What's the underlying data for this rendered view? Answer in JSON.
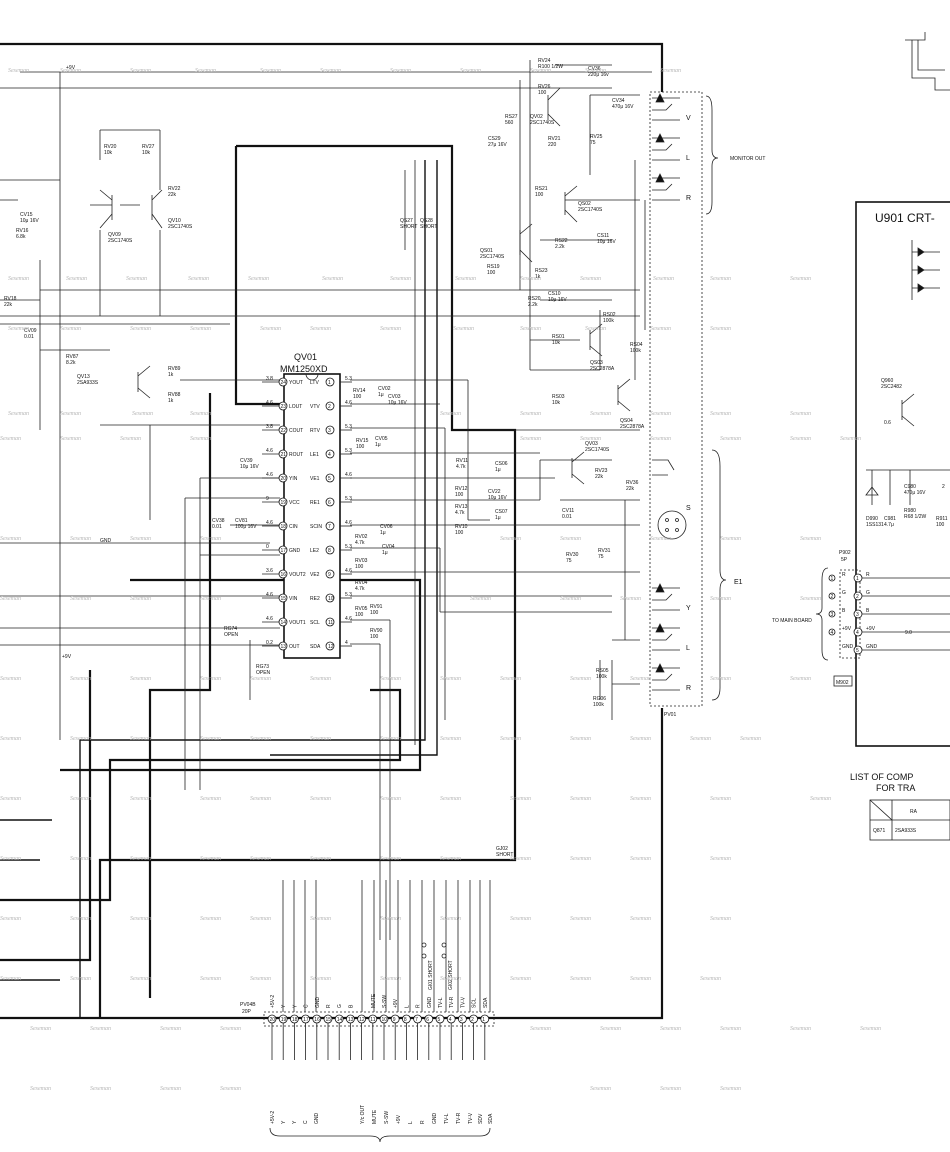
{
  "ic": {
    "ref": "QV01",
    "part": "MM1250XD",
    "left_pins": [
      {
        "num": "24",
        "name": "YOUT",
        "voltage": "3.8"
      },
      {
        "num": "23",
        "name": "LOUT",
        "voltage": "4.6"
      },
      {
        "num": "22",
        "name": "COUT",
        "voltage": "3.8"
      },
      {
        "num": "21",
        "name": "ROUT",
        "voltage": "4.6"
      },
      {
        "num": "20",
        "name": "YIN",
        "voltage": "4.6"
      },
      {
        "num": "19",
        "name": "VCC",
        "voltage": "9"
      },
      {
        "num": "18",
        "name": "CIN",
        "voltage": "4.6"
      },
      {
        "num": "17",
        "name": "GND",
        "voltage": "0"
      },
      {
        "num": "16",
        "name": "VOUT2",
        "voltage": "3.6"
      },
      {
        "num": "15",
        "name": "VIN",
        "voltage": "4.6"
      },
      {
        "num": "14",
        "name": "VOUT1",
        "voltage": "4.6"
      },
      {
        "num": "13",
        "name": "OUT",
        "voltage": "0.2"
      }
    ],
    "right_pins": [
      {
        "num": "1",
        "name": "LTV",
        "voltage": "5.3"
      },
      {
        "num": "2",
        "name": "VTV",
        "voltage": "4.6"
      },
      {
        "num": "3",
        "name": "RTV",
        "voltage": "5.3"
      },
      {
        "num": "4",
        "name": "LE1",
        "voltage": "5.3"
      },
      {
        "num": "5",
        "name": "VE1",
        "voltage": "4.6"
      },
      {
        "num": "6",
        "name": "RE1",
        "voltage": "5.3"
      },
      {
        "num": "7",
        "name": "SCIN",
        "voltage": "4.6"
      },
      {
        "num": "8",
        "name": "LE2",
        "voltage": "5.3"
      },
      {
        "num": "9",
        "name": "VE2",
        "voltage": "4.6"
      },
      {
        "num": "10",
        "name": "RE2",
        "voltage": "5.3"
      },
      {
        "num": "11",
        "name": "SCL",
        "voltage": "4.6"
      },
      {
        "num": "12",
        "name": "SDA",
        "voltage": "4"
      }
    ]
  },
  "supply": {
    "plus9v_top": "+9V",
    "plus9v_mid": "+9V",
    "gnd": "GND"
  },
  "components": [
    {
      "ref": "RV24",
      "value": "R100 1/2W"
    },
    {
      "ref": "RV26",
      "value": "100"
    },
    {
      "ref": "RS27",
      "value": "560"
    },
    {
      "ref": "QV02",
      "value": "2SC1740S"
    },
    {
      "ref": "CV36",
      "value": "220μ 16v"
    },
    {
      "ref": "CV34",
      "value": "470μ 16V"
    },
    {
      "ref": "RV21",
      "value": "220"
    },
    {
      "ref": "RV25",
      "value": "75"
    },
    {
      "ref": "CS29",
      "value": "27μ 16V"
    },
    {
      "ref": "RV20",
      "value": "10k"
    },
    {
      "ref": "RV27",
      "value": "10k"
    },
    {
      "ref": "RV22",
      "value": "22k"
    },
    {
      "ref": "QV10",
      "value": "2SC1740S"
    },
    {
      "ref": "QV09",
      "value": "2SC1740S"
    },
    {
      "ref": "CV15",
      "value": "10μ 16V"
    },
    {
      "ref": "RV16",
      "value": "6.8k"
    },
    {
      "ref": "RV18",
      "value": "22k"
    },
    {
      "ref": "CV09",
      "value": "0.01"
    },
    {
      "ref": "QS27",
      "value": "SHORT"
    },
    {
      "ref": "QS28",
      "value": "SHORT"
    },
    {
      "ref": "RS21",
      "value": "100"
    },
    {
      "ref": "QS02",
      "value": "2SC1740S"
    },
    {
      "ref": "QS01",
      "value": "2SC1740S"
    },
    {
      "ref": "RS19",
      "value": "100"
    },
    {
      "ref": "RS22",
      "value": "2.2k"
    },
    {
      "ref": "CS11",
      "value": "10μ 16V"
    },
    {
      "ref": "RS23",
      "value": "1k"
    },
    {
      "ref": "CS10",
      "value": "10μ 16V"
    },
    {
      "ref": "RS20",
      "value": "2.2k"
    },
    {
      "ref": "RS02",
      "value": "100k"
    },
    {
      "ref": "RS01",
      "value": "10k"
    },
    {
      "ref": "QS03",
      "value": "2SC2878A"
    },
    {
      "ref": "RS04",
      "value": "100k"
    },
    {
      "ref": "RS03",
      "value": "10k"
    },
    {
      "ref": "QS04",
      "value": "2SC2878A"
    },
    {
      "ref": "QV13",
      "value": "2SA933S"
    },
    {
      "ref": "RV87",
      "value": "8.2k"
    },
    {
      "ref": "RV89",
      "value": "1k"
    },
    {
      "ref": "RV88",
      "value": "1k"
    },
    {
      "ref": "CV02",
      "value": "1μ"
    },
    {
      "ref": "CV03",
      "value": "10μ 16V"
    },
    {
      "ref": "RV14",
      "value": "100"
    },
    {
      "ref": "CV05",
      "value": "1μ"
    },
    {
      "ref": "RV15",
      "value": "100"
    },
    {
      "ref": "RV11",
      "value": "4.7k"
    },
    {
      "ref": "RV12",
      "value": "100"
    },
    {
      "ref": "RV13",
      "value": "4.7k"
    },
    {
      "ref": "RV10",
      "value": "100"
    },
    {
      "ref": "CS06",
      "value": "1μ"
    },
    {
      "ref": "CV22",
      "value": "10μ 16V"
    },
    {
      "ref": "CS07",
      "value": "1μ"
    },
    {
      "ref": "QV03",
      "value": "2SC1740S"
    },
    {
      "ref": "RV23",
      "value": "22k"
    },
    {
      "ref": "RV36",
      "value": "22k"
    },
    {
      "ref": "CV11",
      "value": "0.01"
    },
    {
      "ref": "RV30",
      "value": "75"
    },
    {
      "ref": "RV31",
      "value": "75"
    },
    {
      "ref": "CV39",
      "value": "10μ 16V"
    },
    {
      "ref": "CV38",
      "value": "0.01"
    },
    {
      "ref": "CV81",
      "value": "100μ 16V"
    },
    {
      "ref": "RV02",
      "value": "4.7k"
    },
    {
      "ref": "RV03",
      "value": "100"
    },
    {
      "ref": "CV04",
      "value": "1μ"
    },
    {
      "ref": "CV06",
      "value": "1μ"
    },
    {
      "ref": "RV04",
      "value": "4.7k"
    },
    {
      "ref": "RV05",
      "value": "100"
    },
    {
      "ref": "RV91",
      "value": "100"
    },
    {
      "ref": "RV90",
      "value": "100"
    },
    {
      "ref": "RG74",
      "value": "OPEN"
    },
    {
      "ref": "RG73",
      "value": "OPEN"
    },
    {
      "ref": "RS05",
      "value": "100k"
    },
    {
      "ref": "RG06",
      "value": "100k"
    },
    {
      "ref": "GJ02",
      "value": "SHORT"
    }
  ],
  "jacks": {
    "block_ref": "PV01",
    "monitor_out_label": "MONITOR OUT",
    "monitor_out": [
      "V",
      "L",
      "R"
    ],
    "e1_label": "E1",
    "s_label": "S",
    "e1": [
      "Y",
      "L",
      "R"
    ]
  },
  "connector": {
    "ref": "PV04B",
    "pins": "20P",
    "pin_numbers": [
      "20",
      "19",
      "18",
      "17",
      "16",
      "15",
      "14",
      "13",
      "12",
      "11",
      "10",
      "9",
      "8",
      "7",
      "6",
      "5",
      "4",
      "3",
      "2",
      "1"
    ],
    "inner_labels": [
      "+5V-2",
      "Y",
      "Y",
      "C",
      "GND",
      "R",
      "G",
      "B",
      "",
      "MUTE",
      "S-SW",
      "+9V",
      "L",
      "R",
      "GND",
      "TV-L",
      "TV-R",
      "TV-V",
      "SCL",
      "SDA"
    ],
    "bottom_labels": [
      "+5V-2",
      "Y",
      "Y",
      "C",
      "GND",
      "Y/c OUT",
      "MUTE",
      "S-SW",
      "+9V",
      "L",
      "R",
      "GND",
      "TV-L",
      "TV-R",
      "TV-V",
      "SDV",
      "SDA"
    ],
    "shorts": [
      "GI01 SHORT",
      "GI02 SHORT"
    ]
  },
  "crt_board": {
    "title": "U901  CRT-",
    "transistor": {
      "ref": "Q960",
      "value": "2SC2482"
    },
    "parts": [
      {
        "ref": "D990",
        "value": "1SS131"
      },
      {
        "ref": "C981",
        "value": "4.7μ"
      },
      {
        "ref": "R980",
        "value": "R68 1/2W"
      },
      {
        "ref": "C980",
        "value": "470μ 16V"
      },
      {
        "ref": "R911",
        "value": "100"
      }
    ],
    "voltages": [
      "0.6",
      "2",
      "9.0"
    ],
    "connector": {
      "ref": "P902",
      "pins": "5P"
    },
    "pin_labels": [
      "R",
      "G",
      "B",
      "+9V",
      "GND"
    ],
    "pin_numbers": [
      "1",
      "2",
      "3",
      "4",
      "5"
    ],
    "left_numbers": [
      "1",
      "2",
      "3",
      "4"
    ],
    "to_main_label": "TO MAIN BOARD",
    "m_ref": "M902"
  },
  "parts_list": {
    "title_1": "LIST OF COMP",
    "title_2": "FOR TRA",
    "header": "RA",
    "row_ref": "Q871",
    "row_value": "2SA933S"
  },
  "watermark": "Seseman"
}
